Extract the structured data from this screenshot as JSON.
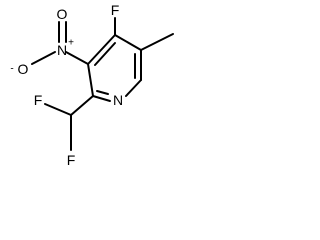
{
  "molecule": {
    "atoms": {
      "fluorine_top": "F",
      "nitro_nitrogen": "N",
      "nitro_nitrogen_charge": "+",
      "nitro_oxygen_double": "O",
      "nitro_oxygen_single": "O",
      "nitro_oxygen_single_charge": "-",
      "ring_nitrogen": "N",
      "difluoromethyl_f1": "F",
      "difluoromethyl_f2": "F"
    }
  }
}
